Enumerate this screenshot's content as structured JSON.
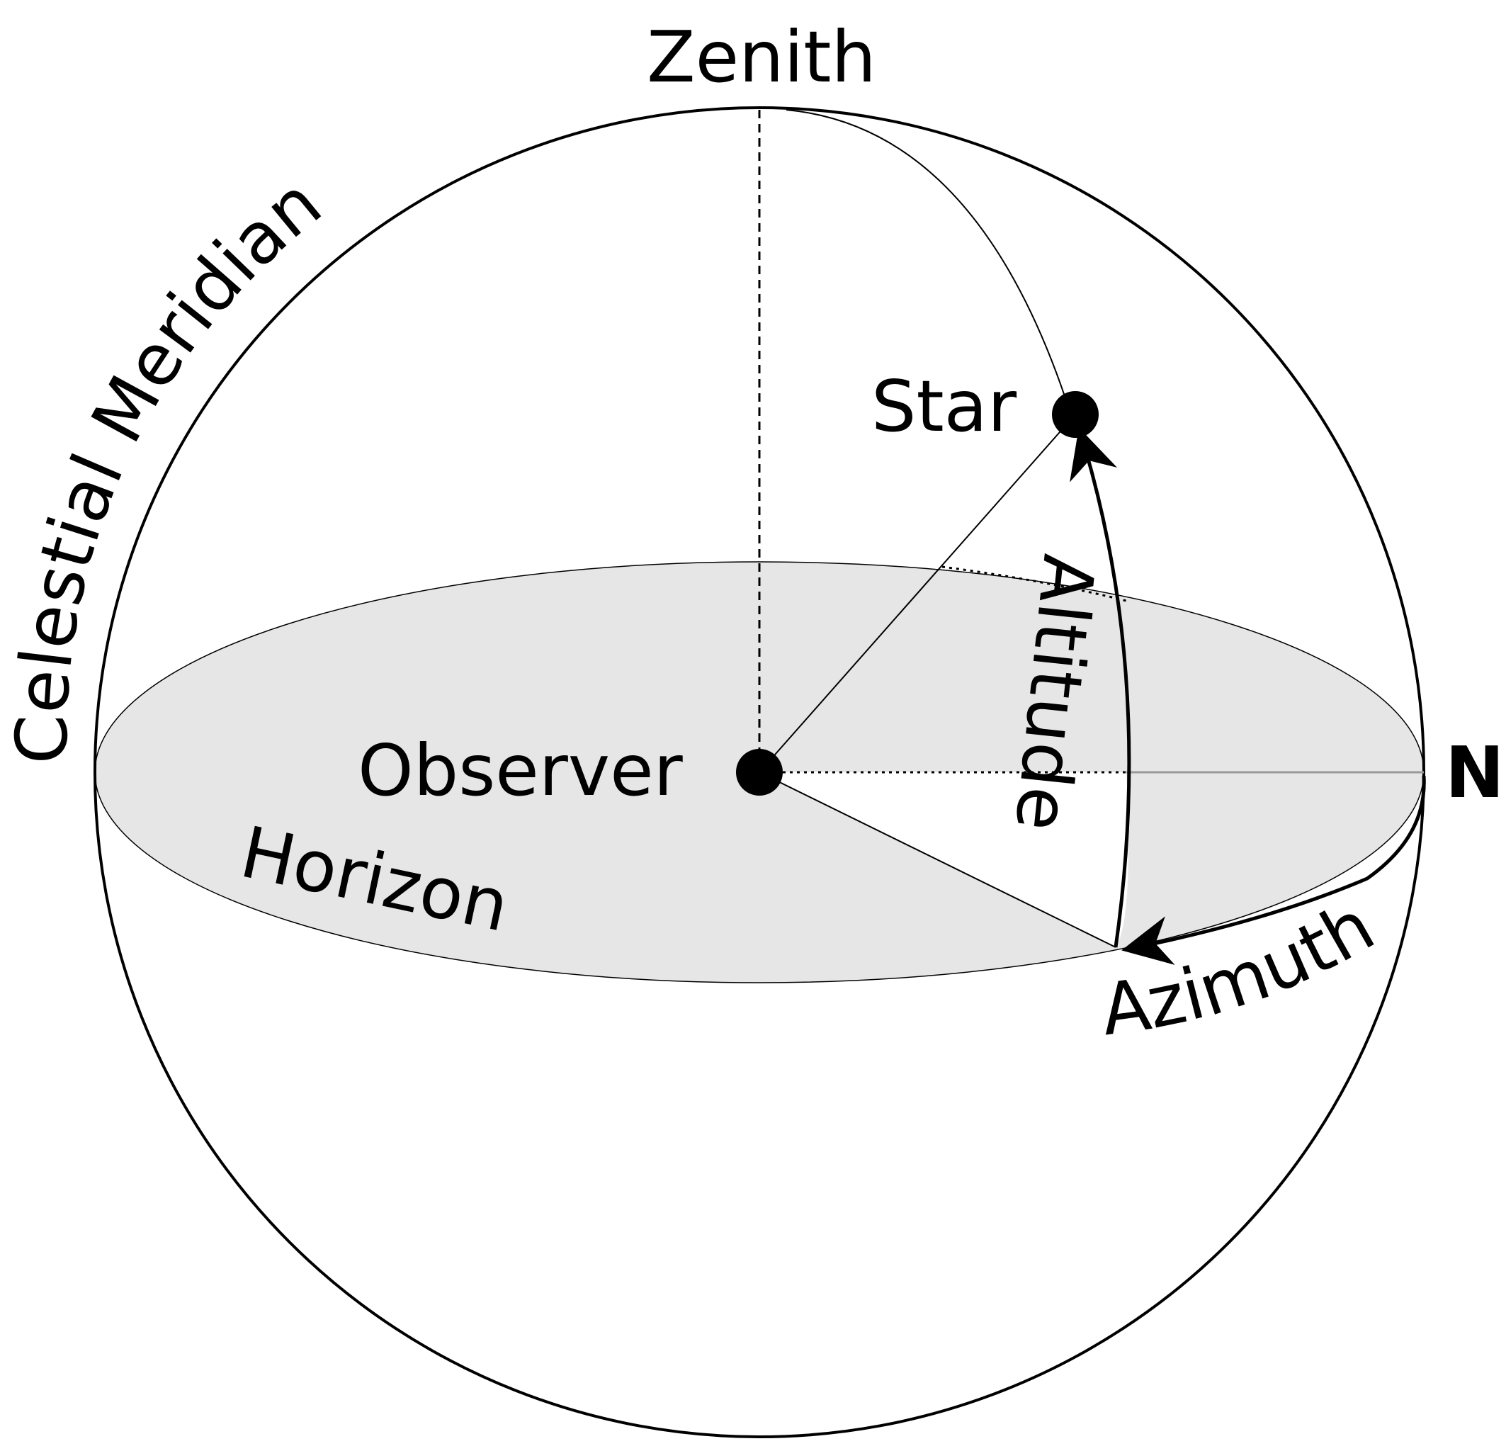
{
  "labels": {
    "zenith": "Zenith",
    "celestial_meridian": "Celestial Meridian",
    "star": "Star",
    "observer": "Observer",
    "north": "N",
    "altitude": "Altitude",
    "horizon": "Horizon",
    "azimuth": "Azimuth"
  },
  "colors": {
    "ink": "#000000",
    "horizon_fill": "#e6e6e6",
    "guide_line": "#999999",
    "background": "#ffffff"
  }
}
